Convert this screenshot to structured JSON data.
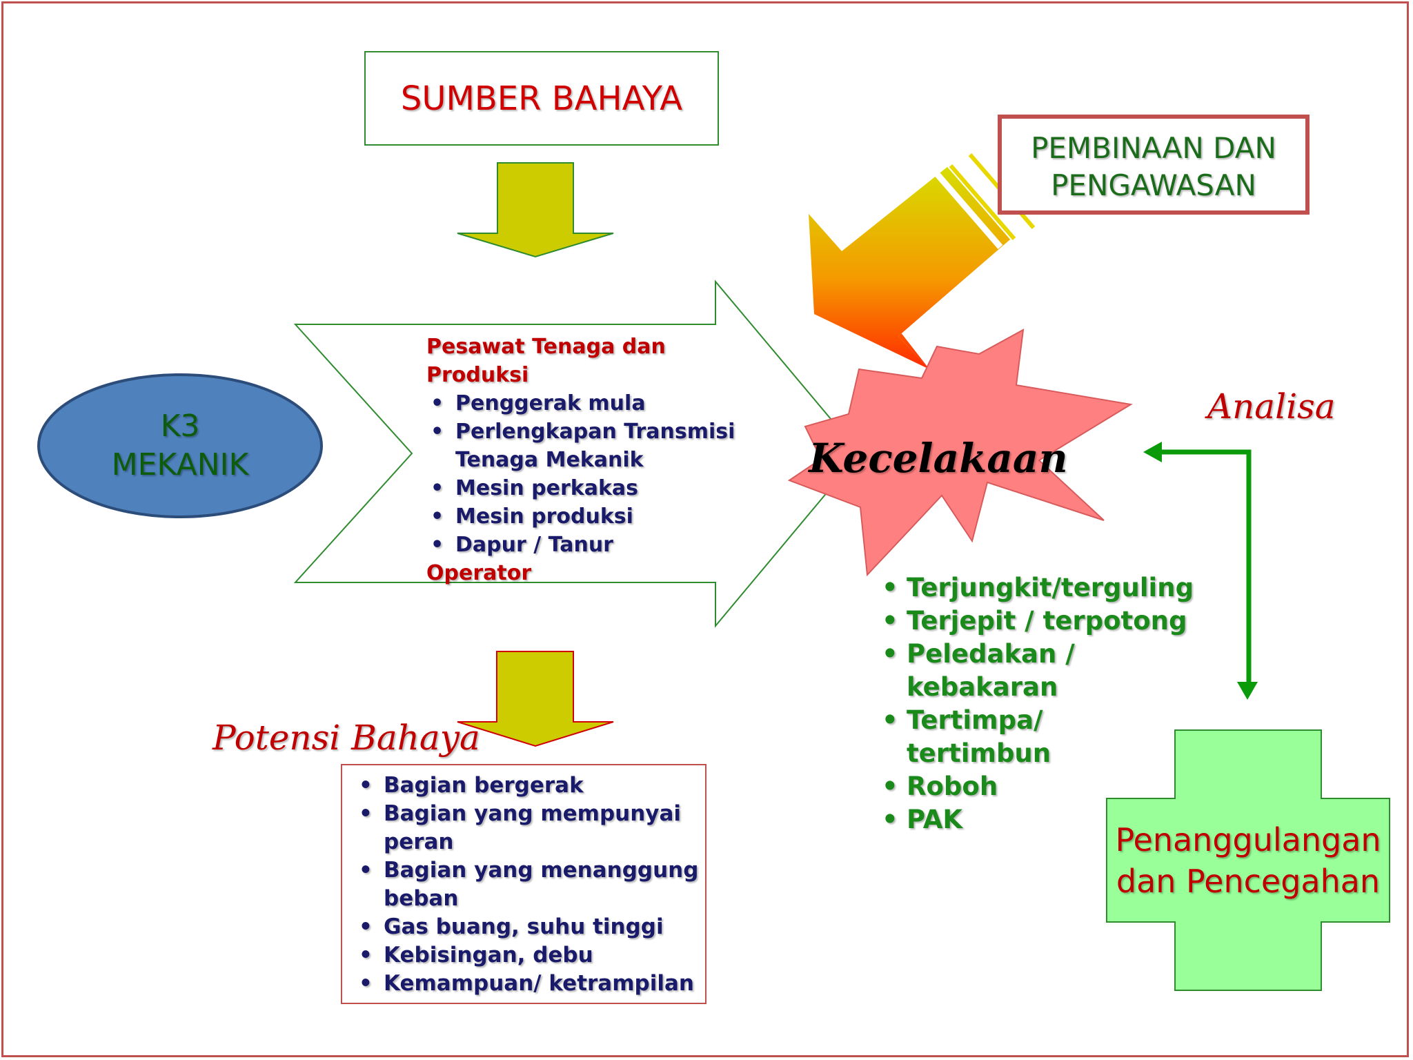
{
  "sumber_bahaya": "SUMBER BAHAYA",
  "pembinaan": {
    "line1": "PEMBINAAN DAN",
    "line2": "PENGAWASAN"
  },
  "k3": {
    "line1": "K3",
    "line2": "MEKANIK"
  },
  "pesawat": {
    "heading": "Pesawat Tenaga dan Produksi",
    "items": [
      {
        "l1": "Penggerak mula",
        "l2": ""
      },
      {
        "l1": "Perlengkapan Transmisi",
        "l2": "Tenaga Mekanik"
      },
      {
        "l1": "Mesin perkakas",
        "l2": ""
      },
      {
        "l1": "Mesin produksi",
        "l2": ""
      },
      {
        "l1": "Dapur / Tanur",
        "l2": ""
      }
    ],
    "footer": "Operator"
  },
  "kecelakaan": "Kecelakaan",
  "analisa": "Analisa",
  "akibat": [
    {
      "l1": "Terjungkit/terguling",
      "l2": ""
    },
    {
      "l1": "Terjepit / terpotong",
      "l2": ""
    },
    {
      "l1": "Peledakan /",
      "l2": "kebakaran"
    },
    {
      "l1": "Tertimpa/ tertimbun",
      "l2": ""
    },
    {
      "l1": "Roboh",
      "l2": ""
    },
    {
      "l1": "PAK",
      "l2": ""
    }
  ],
  "potensi_bahaya": {
    "title": "Potensi Bahaya",
    "items": [
      {
        "l1": "Bagian bergerak",
        "l2": ""
      },
      {
        "l1": "Bagian yang mempunyai",
        "l2": "peran"
      },
      {
        "l1": "Bagian yang menanggung",
        "l2": "beban"
      },
      {
        "l1": "Gas buang, suhu tinggi",
        "l2": ""
      },
      {
        "l1": "Kebisingan, debu",
        "l2": ""
      },
      {
        "l1": "Kemampuan/ ketrampilan",
        "l2": ""
      }
    ]
  },
  "penanggulangan": {
    "line1": "Penanggulangan",
    "line2": "dan Pencegahan"
  },
  "bullet": "•",
  "colors": {
    "border": "#c0504d",
    "arrow_yellow": "#cccc00",
    "ellipse": "#4f81bd",
    "burst": "#ff8080",
    "cross": "#99ff99",
    "connector": "#0a9a0a"
  }
}
